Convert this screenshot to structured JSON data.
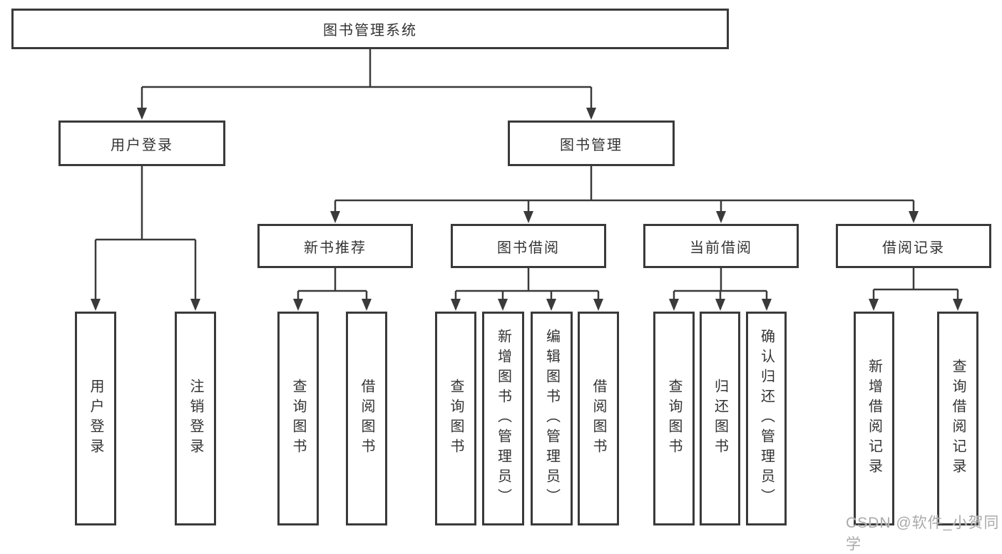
{
  "diagram": {
    "title": "图书管理系统",
    "line_color": "#3a3a3a",
    "text_color": "#333333",
    "nodes": {
      "root": "图书管理系统",
      "user_login": "用户登录",
      "book_management": "图书管理",
      "new_book_recommend": "新书推荐",
      "book_borrowing": "图书借阅",
      "current_borrowing": "当前借阅",
      "borrowing_records": "借阅记录",
      "leaf_user_login": "用户登录",
      "leaf_logout": "注销登录",
      "leaf_query_books_rec": "查询图书",
      "leaf_borrow_books_rec": "借阅图书",
      "leaf_query_books_borrow": "查询图书",
      "leaf_add_book_admin": "新增图书（管理员）",
      "leaf_edit_book_admin": "编辑图书（管理员）",
      "leaf_borrow_books_borrow": "借阅图书",
      "leaf_query_books_current": "查询图书",
      "leaf_return_book": "归还图书",
      "leaf_confirm_return_admin": "确认归还（管理员）",
      "leaf_add_borrow_record": "新增借阅记录",
      "leaf_query_borrow_record": "查询借阅记录"
    }
  },
  "watermark": {
    "text": "CSDN @软件_小贺同学",
    "color": "#aaaaaa"
  }
}
